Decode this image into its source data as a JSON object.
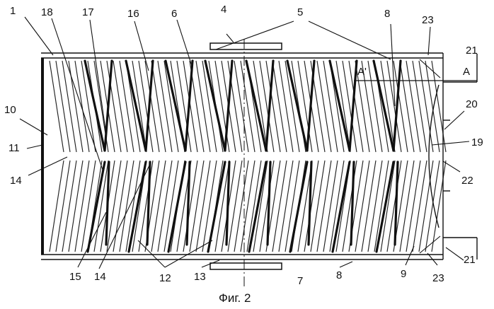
{
  "figure": {
    "caption": "Фиг. 2",
    "labels": [
      "1",
      "18",
      "17",
      "16",
      "6",
      "4",
      "5",
      "8",
      "23",
      "21",
      "A",
      "A'",
      "10",
      "11",
      "14",
      "20",
      "19",
      "22",
      "15",
      "14",
      "12",
      "13",
      "7",
      "8",
      "9",
      "23",
      "21"
    ]
  }
}
